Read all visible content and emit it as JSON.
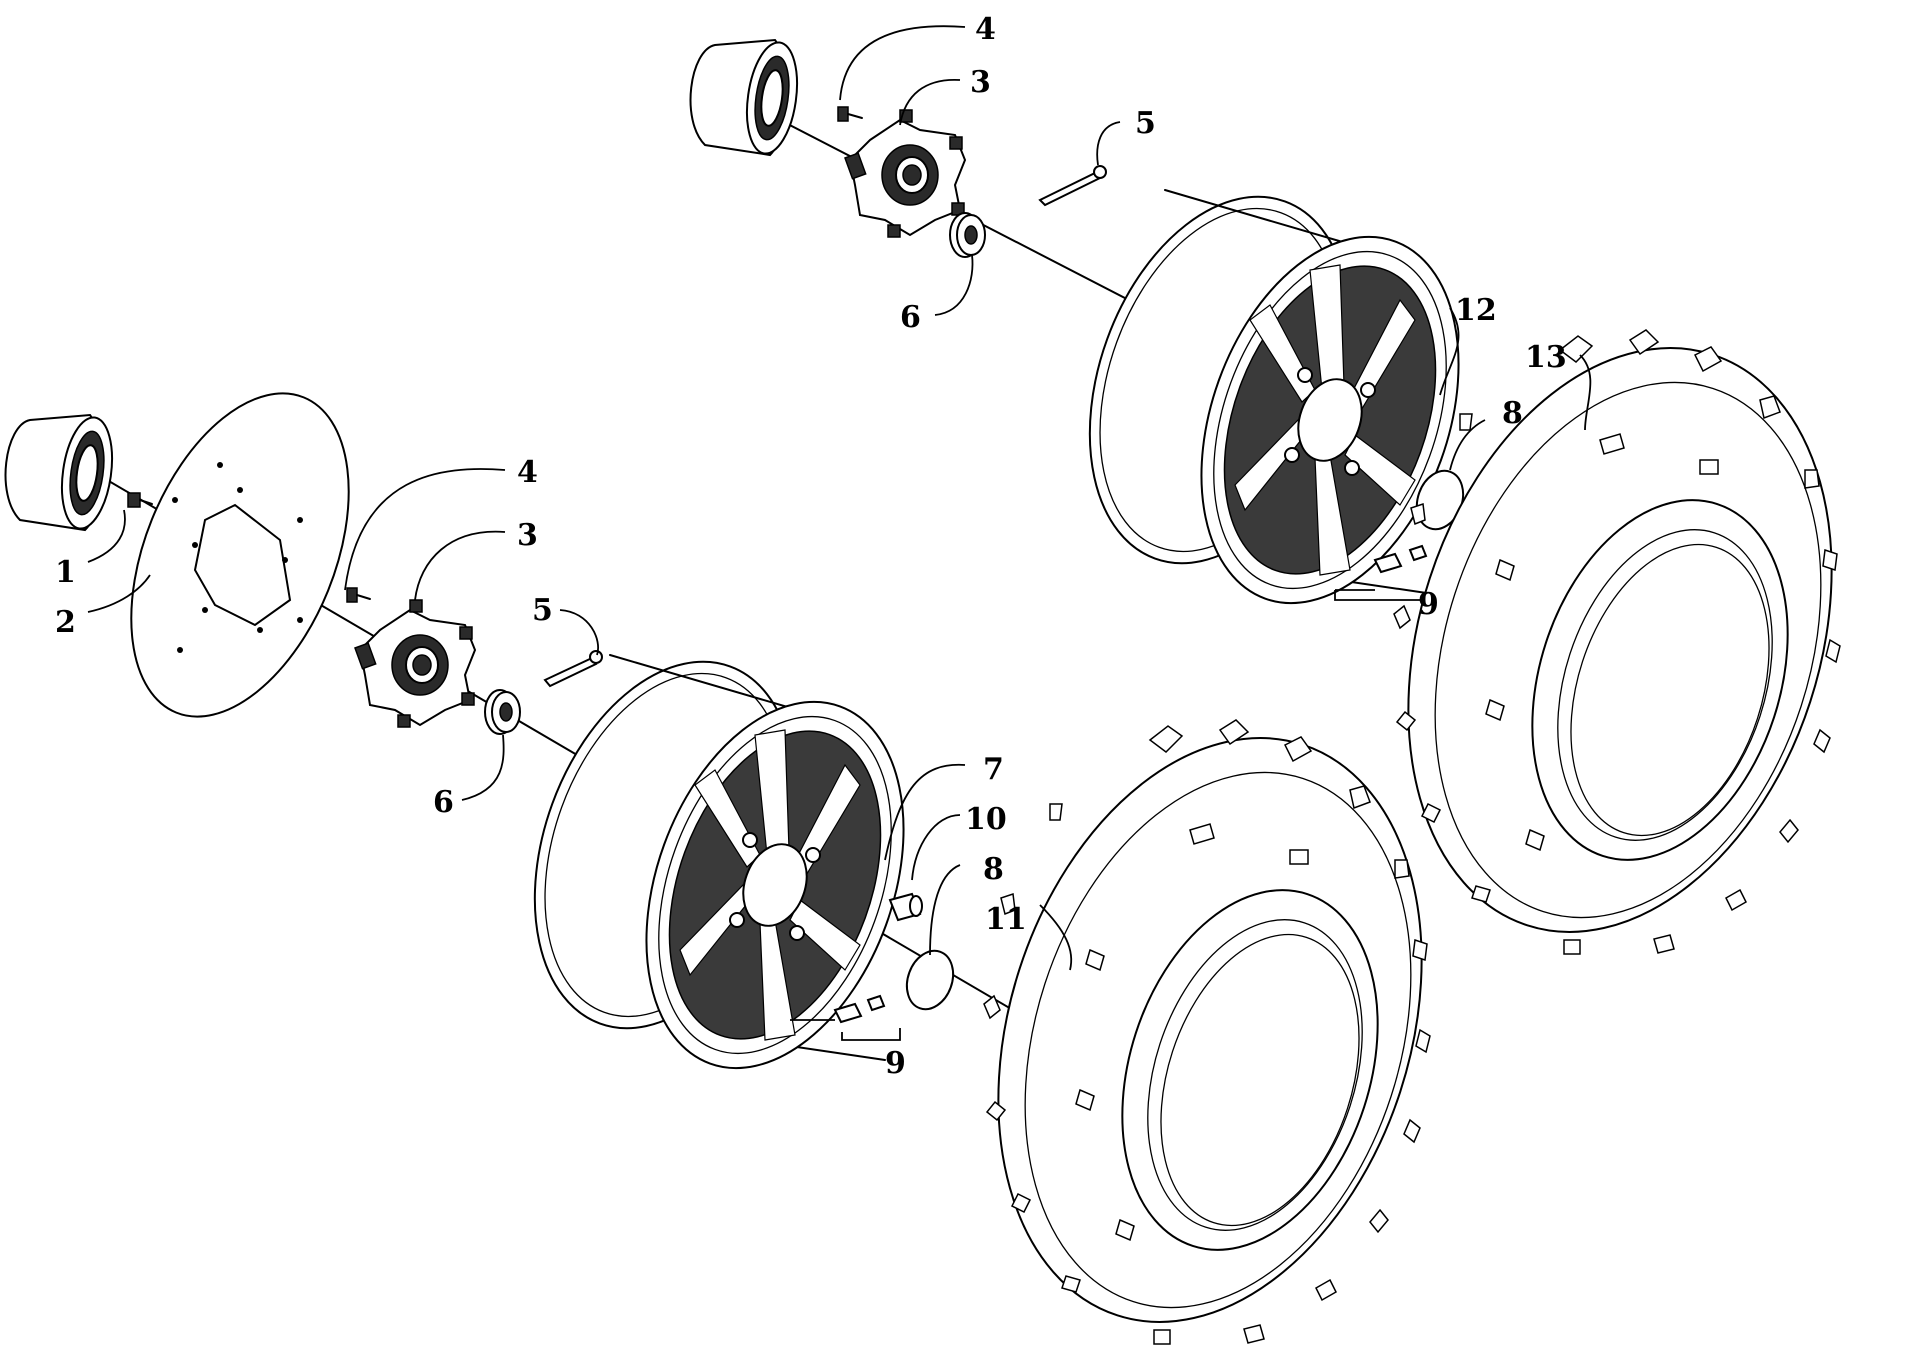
{
  "callouts": {
    "p1": "1",
    "p2": "2",
    "p3_front": "3",
    "p3_rear": "3",
    "p4_front": "4",
    "p4_rear": "4",
    "p5_front": "5",
    "p5_rear": "5",
    "p6_front": "6",
    "p6_rear": "6",
    "p7": "7",
    "p8_front": "8",
    "p8_rear": "8",
    "p9_front": "9",
    "p9_rear": "9",
    "p10": "10",
    "p11": "11",
    "p12": "12",
    "p13": "13"
  },
  "colors": {
    "line": "#000000",
    "background": "#ffffff"
  }
}
